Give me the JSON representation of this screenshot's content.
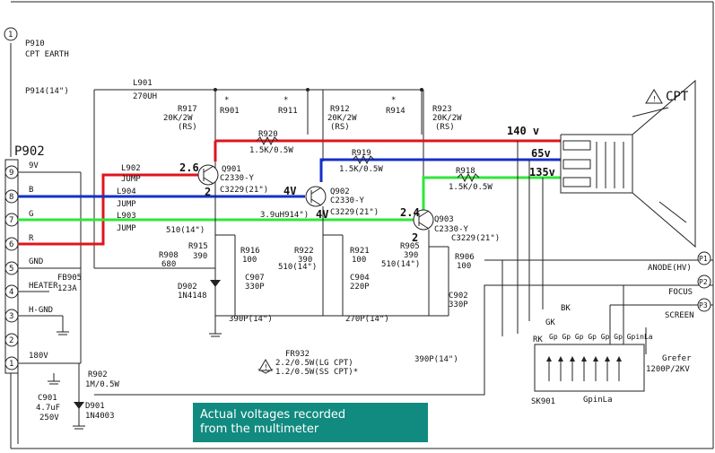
{
  "colors": {
    "red_wire": "#e0141e",
    "blue_wire": "#1430c8",
    "green_wire": "#2ee63a",
    "volt_text": "#118a80",
    "note_bg": "#118a80"
  },
  "icons": [
    "warning-triangle-icon",
    "crt-tube-icon",
    "npn-transistor-icon",
    "ground-icon"
  ],
  "header": {
    "p910": "P910",
    "cpt_earth": "CPT EARTH",
    "p914": "P914(14\")"
  },
  "connector_p902": {
    "title": "P902",
    "pins": [
      "9",
      "8",
      "7",
      "6",
      "5",
      "4",
      "3",
      "2",
      "1"
    ],
    "labels": [
      "9V",
      "B",
      "G",
      "R",
      "GND",
      "HEATER",
      "H-GND",
      "",
      "180V"
    ]
  },
  "top_pin": "1",
  "components": {
    "l901": "L901",
    "l901_val": "270UH",
    "r917": "R917",
    "r917_val": "20K/2W",
    "r917_rs": "(RS)",
    "r901": "R901",
    "r911": "R911",
    "r912": "R912",
    "r912_val": "20K/2W",
    "r912_rs": "(RS)",
    "r914": "R914",
    "r923": "R923",
    "r923_val": "20K/2W",
    "r923_rs": "(RS)",
    "star": "*",
    "r920": "R920",
    "r920_val": "1.5K/0.5W",
    "r919": "R919",
    "r919_val": "1.5K/0.5W",
    "r918": "R918",
    "r918_val": "1.5K/0.5W",
    "l902": "L902",
    "l904": "L904",
    "l903": "L903",
    "jump": "JUMP",
    "q901": "Q901",
    "q901_part": "C2330-Y",
    "q901_alt": "C3229(21\")",
    "q902": "Q902",
    "q902_part": "C2330-Y",
    "q902_alt": "C3229(21\")",
    "q903": "Q903",
    "q903_part": "C2330-Y",
    "q903_alt": "C3229(21\")",
    "l_mid": "3.9uH914\")",
    "r510a": "510(14\")",
    "r510b": "510(14\")",
    "r510c": "510(14\")",
    "r915": "R915",
    "r915_val": "390",
    "r916": "R916",
    "r916_val": "100",
    "r908": "R908",
    "r908_val": "680",
    "r922": "R922",
    "r922_val": "390",
    "r921": "R921",
    "r921_val": "100",
    "r905": "R905",
    "r905_val": "390",
    "r906": "R906",
    "r906_val": "100",
    "c907": "C907",
    "c907_val": "330P",
    "c904": "C904",
    "c904_val": "220P",
    "c902": "C902",
    "c902_val": "330P",
    "d902": "D902",
    "d902_part": "1N4148",
    "cap390": "390P(14\")",
    "cap270": "270P(14\")",
    "cap390b": "390P(14\")",
    "fb905": "FB905",
    "fb905_val": "123A",
    "fr932": "FR932",
    "fr932_lg": "2.2/0.5W(LG CPT)",
    "fr932_ss": "1.2/0.5W(SS CPT)*",
    "r902": "R902",
    "r902_val": "1M/0.5W",
    "c901": "C901",
    "c901_val": "4.7uF",
    "c901_v": "250V",
    "d901": "D901",
    "d901_part": "1N4003"
  },
  "cpt": {
    "title": "CPT",
    "anode": "ANODE(HV)",
    "focus": "FOCUS",
    "screen": "SCREEN",
    "pin_p1": "P1",
    "pin_p2": "P2",
    "pin_p3": "P3",
    "bk": "BK",
    "gk": "GK",
    "rk": "RK",
    "refer": "Grefer",
    "refer_val": "1200P/2KV",
    "sk901": "SK901",
    "pinla": "GpinLa",
    "pinrow": "Gp Gp Gp Gp Gp Gp GpinLa"
  },
  "voltages": {
    "v140": "140 v",
    "v65": "65v",
    "v135": "135v",
    "q901_b": "2.6",
    "q901_e": "2",
    "q902_b": "4V",
    "q902_e": "4V",
    "q903_b": "2.4",
    "q903_e": "2"
  },
  "note": {
    "line1": "Actual voltages recorded",
    "line2": "from the multimeter"
  }
}
